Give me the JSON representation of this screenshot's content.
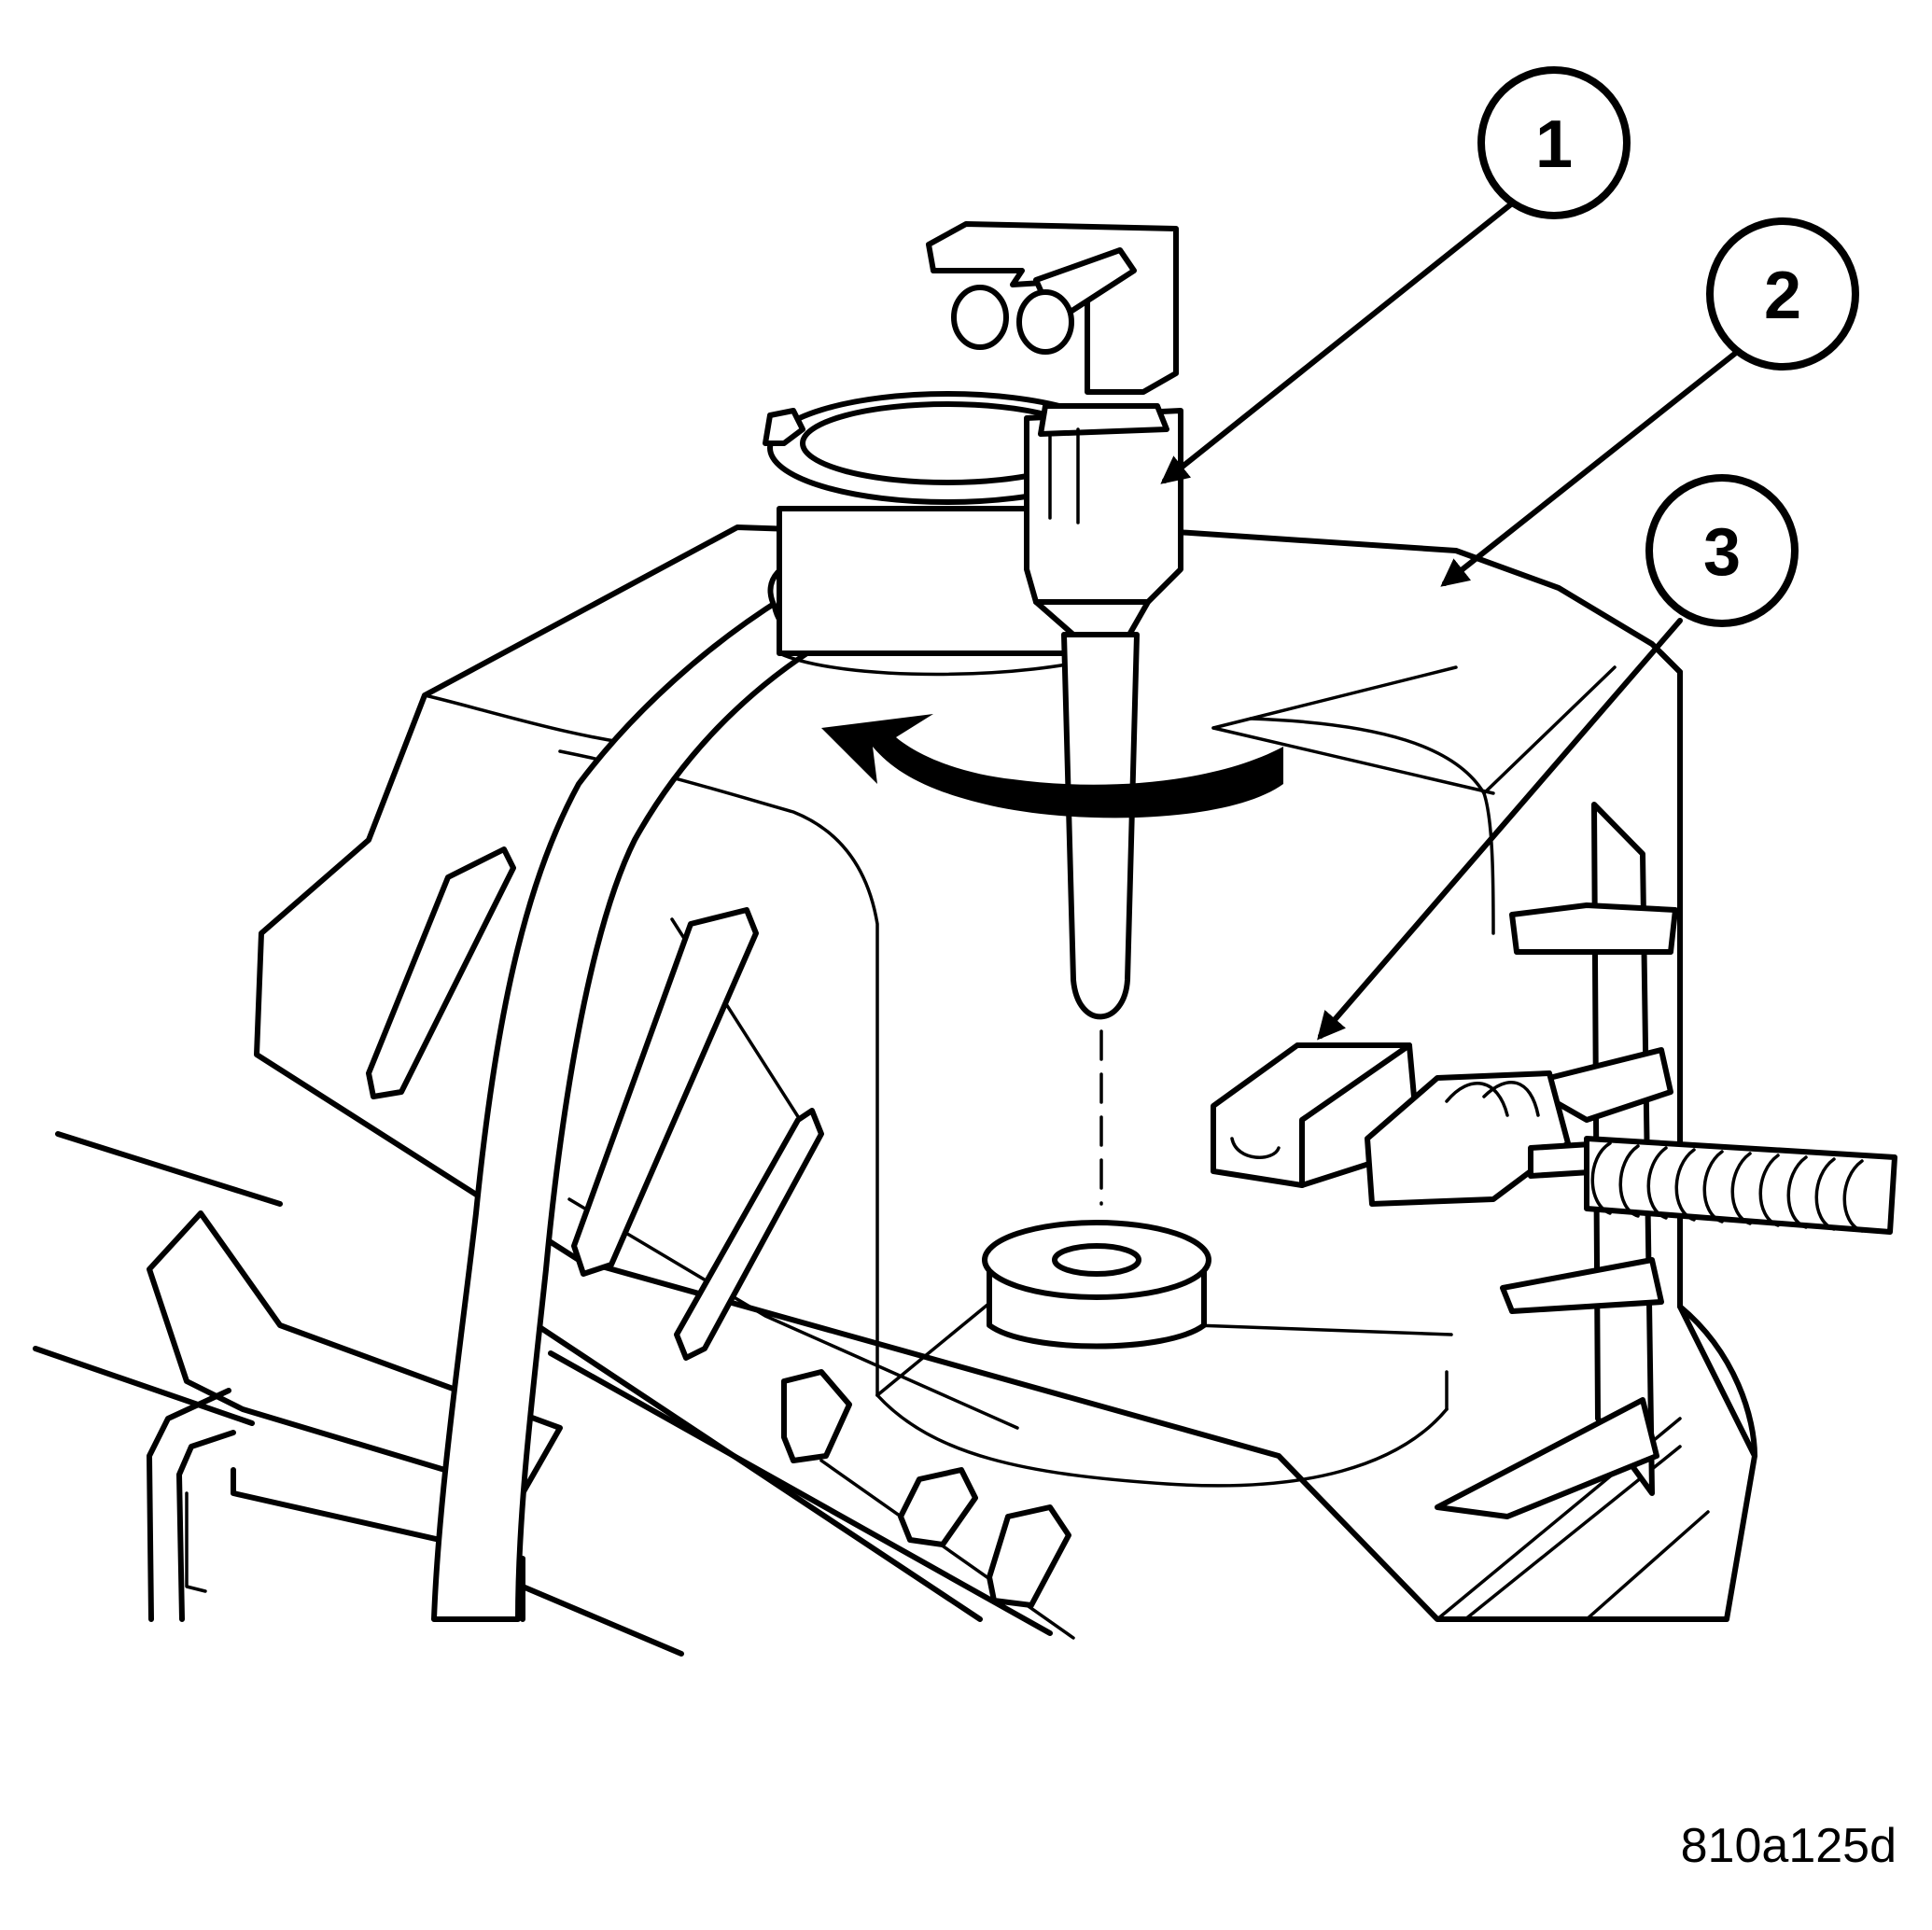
{
  "figure": {
    "callouts": [
      {
        "number": "1"
      },
      {
        "number": "2"
      },
      {
        "number": "3"
      }
    ],
    "figure_id": "810a125d"
  }
}
